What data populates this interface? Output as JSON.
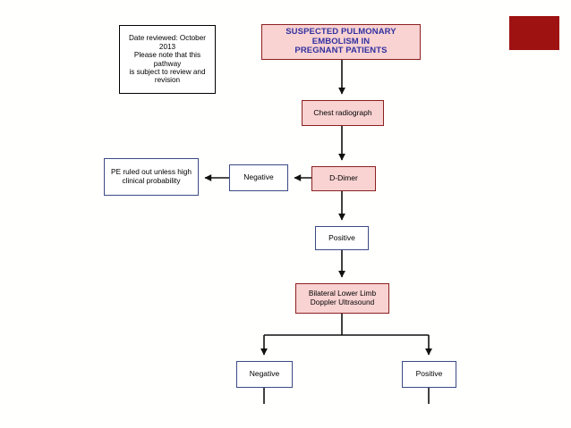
{
  "slide": {
    "background_color": "#fffffd",
    "decoration": {
      "name": "red-block",
      "color": "#9e1212"
    }
  },
  "note": {
    "text": "Date reviewed: October 2013\nPlease note that this pathway\nis subject to review and\nrevision",
    "border_color": "#000000",
    "fill_color": "#ffffff"
  },
  "flowchart": {
    "title": {
      "text": "SUSPECTED PULMONARY EMBOLISM IN\nPREGNANT PATIENTS",
      "text_color": "#3232a0",
      "fill_color": "#f9d2d2",
      "border_color": "#8c2020"
    },
    "colors": {
      "process_fill": "#f9d2d2",
      "process_border": "#8c2020",
      "outcome_fill": "#ffffff",
      "outcome_border": "#3b4a86",
      "connector": "#111111"
    },
    "nodes": [
      {
        "id": "chest",
        "label": "Chest radiograph",
        "type": "process"
      },
      {
        "id": "ddimer",
        "label": "D-Dimer",
        "type": "process"
      },
      {
        "id": "negative_mid",
        "label": "Negative",
        "type": "outcome"
      },
      {
        "id": "pe_ruled_out",
        "label": "PE ruled out unless high\nclinical probability",
        "type": "outcome"
      },
      {
        "id": "positive",
        "label": "Positive",
        "type": "outcome"
      },
      {
        "id": "doppler",
        "label": "Bilateral Lower Limb\nDoppler Ultrasound",
        "type": "process"
      },
      {
        "id": "negative_bottom",
        "label": "Negative",
        "type": "outcome"
      },
      {
        "id": "positive_bottom",
        "label": "Positive",
        "type": "outcome"
      }
    ],
    "edges": [
      {
        "from": "title",
        "to": "chest",
        "arrow": "down"
      },
      {
        "from": "chest",
        "to": "ddimer",
        "arrow": "down"
      },
      {
        "from": "ddimer",
        "to": "negative_mid",
        "arrow": "left"
      },
      {
        "from": "negative_mid",
        "to": "pe_ruled_out",
        "arrow": "left"
      },
      {
        "from": "ddimer",
        "to": "positive",
        "arrow": "down"
      },
      {
        "from": "positive",
        "to": "doppler",
        "arrow": "down"
      },
      {
        "from": "doppler",
        "to": "negative_bottom",
        "arrow": "down-split-left"
      },
      {
        "from": "doppler",
        "to": "positive_bottom",
        "arrow": "down-split-right"
      },
      {
        "from": "negative_bottom",
        "to": "offscreen",
        "arrow": "none"
      },
      {
        "from": "positive_bottom",
        "to": "offscreen",
        "arrow": "none"
      }
    ]
  }
}
